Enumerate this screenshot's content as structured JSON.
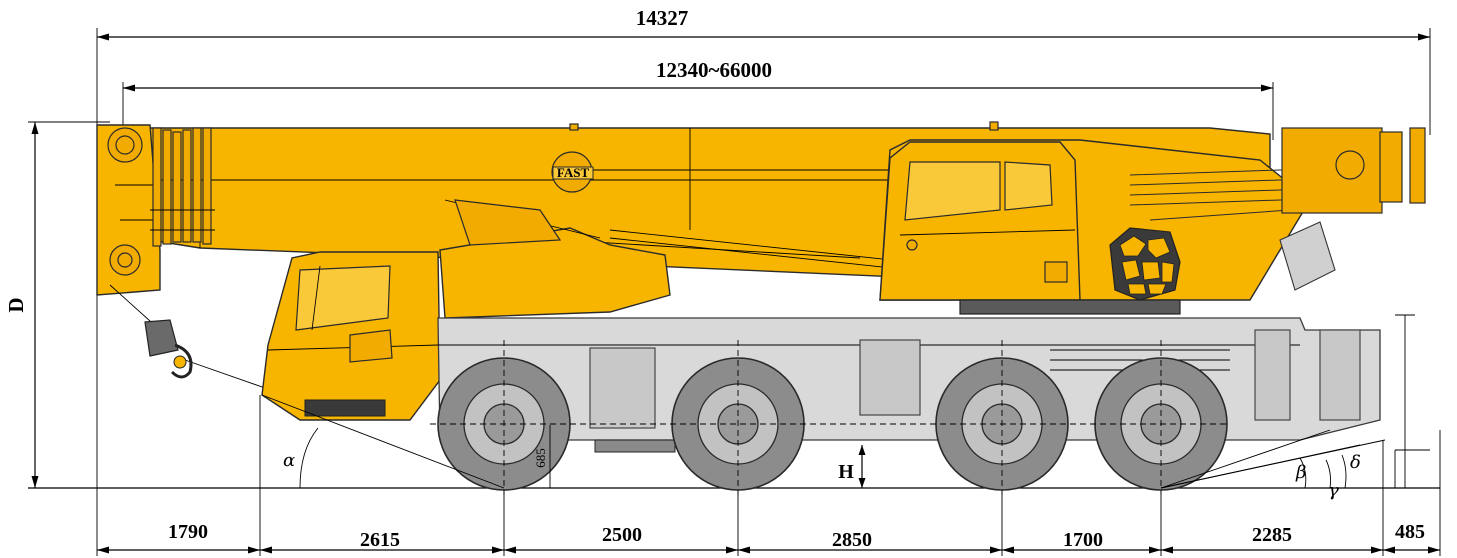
{
  "dimensions": {
    "overall_length": "14327",
    "boom_length": "12340~66000",
    "height_label": "D",
    "ground_clearance_label": "H",
    "wheel_section": "685",
    "bottom": [
      {
        "id": "front_overhang",
        "label": "1790"
      },
      {
        "id": "axle_1_2",
        "label": "2615"
      },
      {
        "id": "axle_2_3",
        "label": "2500"
      },
      {
        "id": "axle_3_4",
        "label": "2850"
      },
      {
        "id": "axle_4_5",
        "label": "1700"
      },
      {
        "id": "axle_5_6",
        "label": "2285"
      },
      {
        "id": "rear_overhang",
        "label": "485"
      }
    ],
    "angles": {
      "approach": "α",
      "departure": "β",
      "gamma": "γ",
      "delta": "δ"
    }
  },
  "branding": {
    "boom_logo": "FAST"
  },
  "colors": {
    "crane_yellow": "#f7b500",
    "chassis_grey": "#d9d9d9",
    "tyre_grey": "#8c8c8c"
  }
}
